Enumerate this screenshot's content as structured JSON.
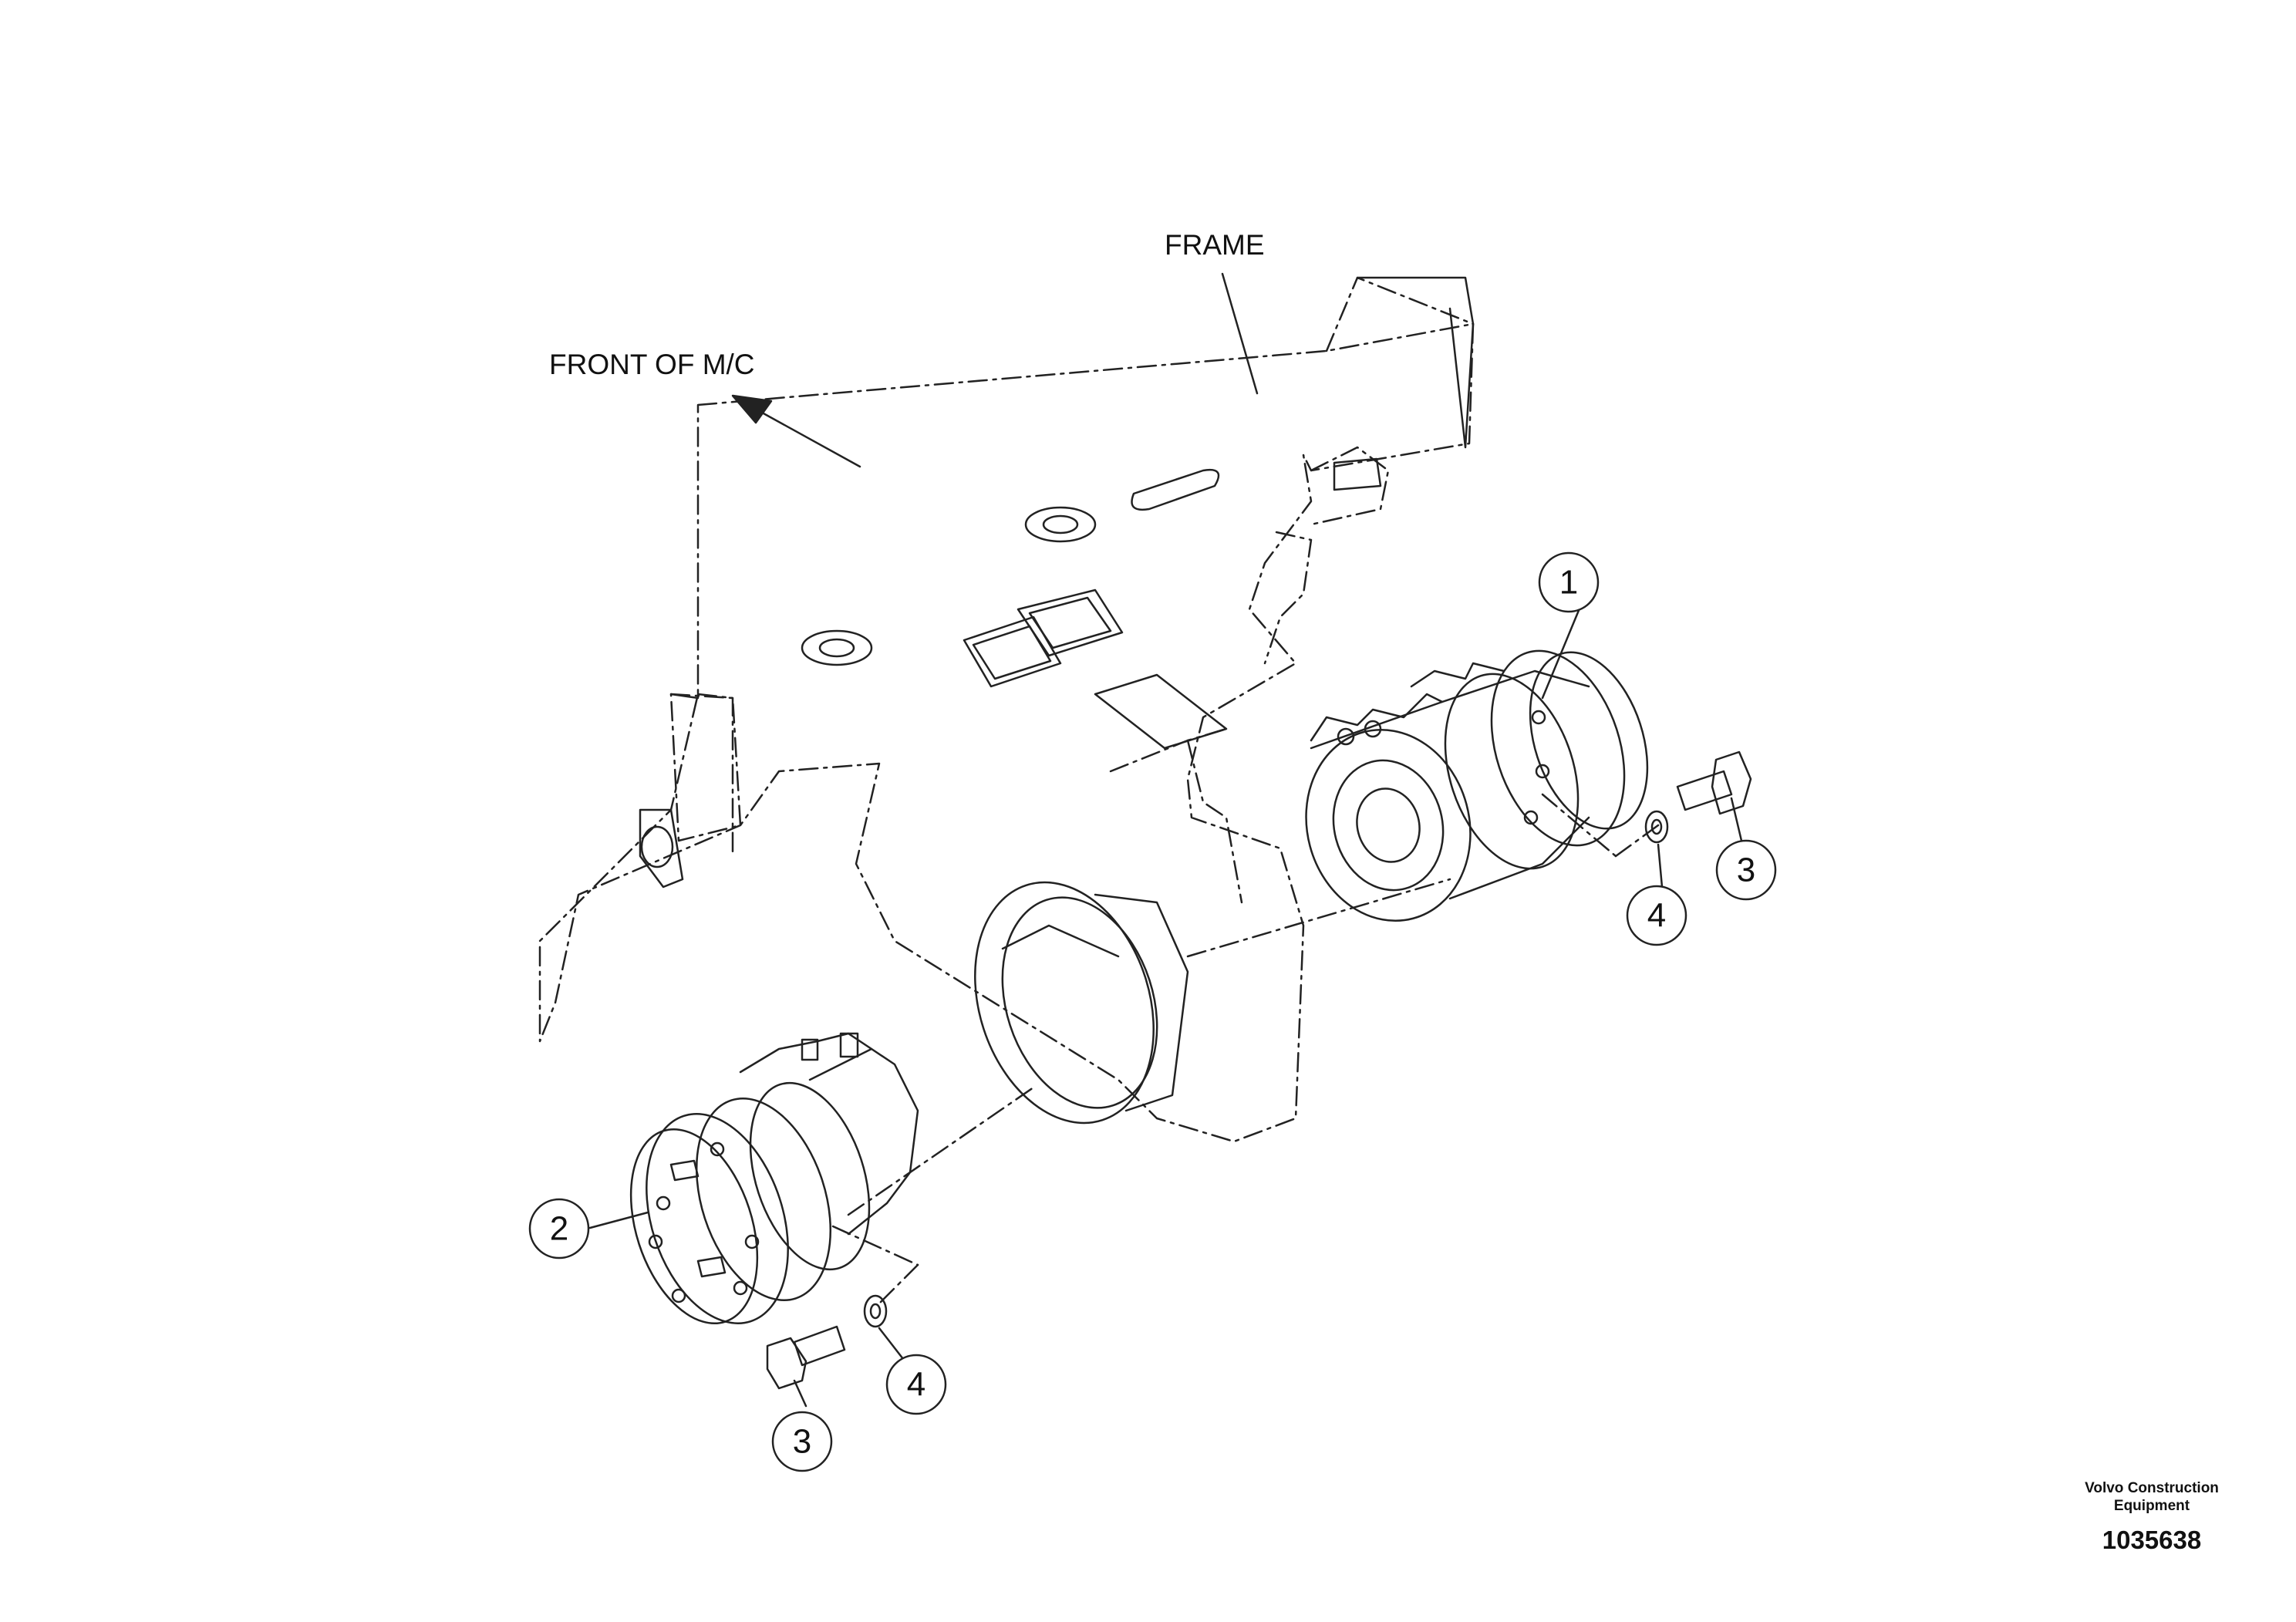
{
  "labels": {
    "frame": "FRAME",
    "front": "FRONT OF M/C"
  },
  "callouts": [
    {
      "id": "c1",
      "number": "1",
      "part": "travel-motor-right"
    },
    {
      "id": "c2",
      "number": "2",
      "part": "travel-motor-left"
    },
    {
      "id": "c3a",
      "number": "3",
      "part": "bolt-right"
    },
    {
      "id": "c4a",
      "number": "4",
      "part": "washer-right"
    },
    {
      "id": "c3b",
      "number": "3",
      "part": "bolt-left"
    },
    {
      "id": "c4b",
      "number": "4",
      "part": "washer-left"
    }
  ],
  "credit": {
    "company_line1": "Volvo Construction",
    "company_line2": "Equipment",
    "drawing_number": "1035638"
  }
}
